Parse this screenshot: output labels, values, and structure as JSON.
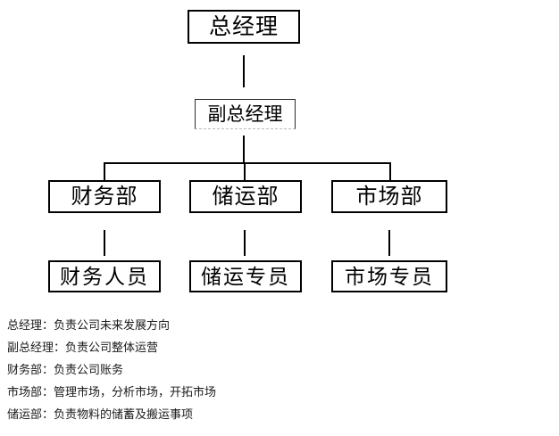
{
  "document": {
    "type": "organization-chart",
    "language": "zh-CN",
    "background_color": "#ffffff",
    "line_color": "#000000",
    "text_color": "#000000"
  },
  "chart": {
    "levels": [
      {
        "level": 1,
        "nodes": [
          {
            "id": "ceo",
            "label": "总经理"
          }
        ]
      },
      {
        "level": 2,
        "nodes": [
          {
            "id": "deputy",
            "label": "副总经理"
          }
        ]
      },
      {
        "level": 3,
        "nodes": [
          {
            "id": "finance-dept",
            "label": "财务部"
          },
          {
            "id": "logistics-dept",
            "label": "储运部"
          },
          {
            "id": "marketing-dept",
            "label": "市场部"
          }
        ]
      },
      {
        "level": 4,
        "nodes": [
          {
            "id": "finance-staff",
            "label": "财务人员"
          },
          {
            "id": "logistics-staff",
            "label": "储运专员"
          },
          {
            "id": "marketing-staff",
            "label": "市场专员"
          }
        ]
      }
    ]
  },
  "legend": {
    "lines": [
      "总经理：负责公司未来发展方向",
      "副总经理：负责公司整体运营",
      "财务部：负责公司账务",
      "市场部：管理市场，分析市场，开拓市场",
      "储运部：负责物料的储蓄及搬运事项"
    ]
  }
}
